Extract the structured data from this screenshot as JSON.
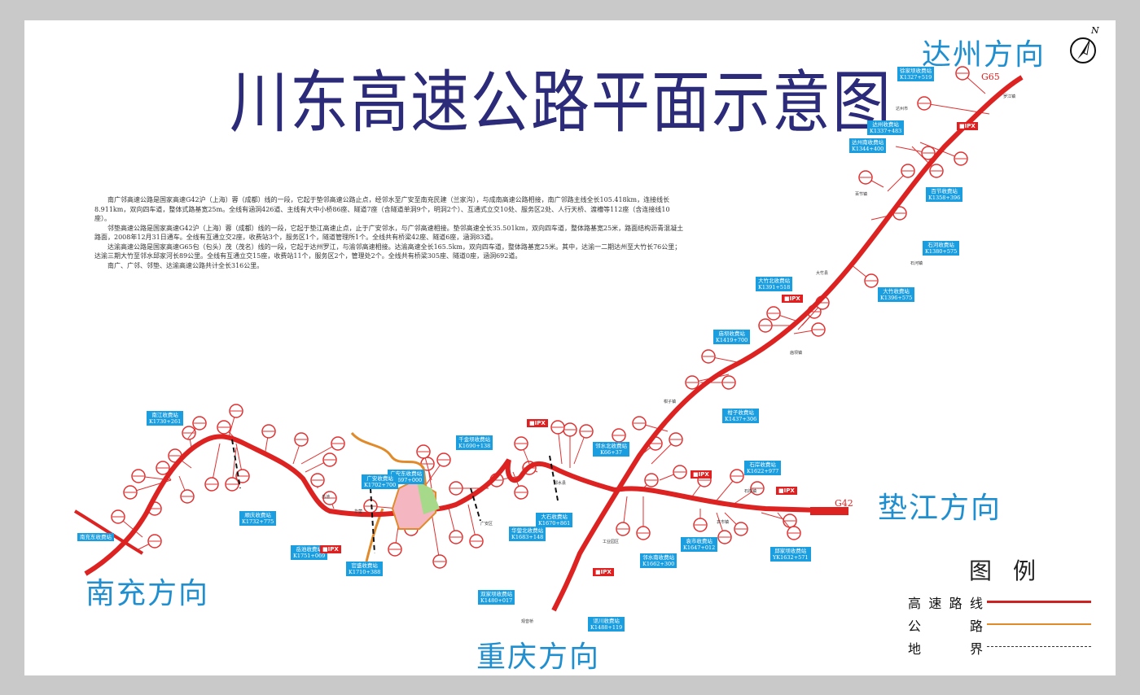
{
  "map_title": "川东高速公路平面示意图",
  "north_label": "N",
  "directions": {
    "dazhou": "达州方向",
    "dianjiang": "垫江方向",
    "chongqing": "重庆方向",
    "nanchong": "南充方向"
  },
  "route_labels": {
    "g65": "G65",
    "g42": "G42"
  },
  "description": [
    "南广邻高速公路是国家高速G42沪（上海）蓉（成都）线的一段，它起于垫邻高速公路止点，经邻水至广安至南充民建（兰家沟），与成南高速公路相接，南广邻路主线全长105.418km，连接线长8.911km，双向四车道，整体式路基宽25m。全线有涵洞426道、主线有大中小桥86座、隧道7座（含隧道单洞9个，明洞2个）、互通式立交10处、服务区2处、人行天桥、渡槽等112座（含连接线10座）。",
    "邻垫高速公路是国家高速G42沪（上海）蓉（成都）线的一段，它起于垫江高速止点，止于广安邻水，与广邻高速相接。垫邻高速全长35.501km，双向四车道，整体路基宽25米，路面结构沥青混凝土路面，2008年12月31日通车。全线有互通立交2座，收费站3个，服务区1个，隧道管理所1个。全线共有桥梁42座、隧道6座，涵洞83道。",
    "达渝高速公路是国家高速G65包（包头）茂（茂名）线的一段，它起于达州罗江，与渝邻高速相接。达渝高速全长165.5km，双向四车道，整体路基宽25米。其中，达渝一二期达州至大竹长76公里；达渝三期大竹至邻水邱家河长89公里。全线有互通立交15座，收费站11个，服务区2个，管理处2个。全线共有桥梁305座、隧道0座，涵洞692道。",
    "南广、广邻、邻垫、达渝高速公路共计全长316公里。"
  ],
  "toll_stations": [
    {
      "name": "徐家坝收费站",
      "km": "K1327+519"
    },
    {
      "name": "达州收费站",
      "km": "K1337+483"
    },
    {
      "name": "达州南收费站",
      "km": "K1344+400"
    },
    {
      "name": "百节收费站",
      "km": "K1358+396"
    },
    {
      "name": "石河收费站",
      "km": "K1380+575"
    },
    {
      "name": "大竹北收费站",
      "km": "K1391+518"
    },
    {
      "name": "大竹收费站",
      "km": "K1396+575"
    },
    {
      "name": "庙坝收费站",
      "km": "K1419+700"
    },
    {
      "name": "柑子收费站",
      "km": "K1437+306"
    },
    {
      "name": "石岸收费站",
      "km": "K1622+977"
    },
    {
      "name": "袁市收费站",
      "km": "K1647+012"
    },
    {
      "name": "邻水南收费站",
      "km": "K1662+300"
    },
    {
      "name": "邱家坝收费站",
      "km": "YK1632+571"
    },
    {
      "name": "双家坝收费站",
      "km": "K1480+017"
    },
    {
      "name": "讴川收费站",
      "km": "K1488+119"
    },
    {
      "name": "华蓥北收费站",
      "km": "K1683+148"
    },
    {
      "name": "大石收费站",
      "km": "K1670+861"
    },
    {
      "name": "邻水北收费站",
      "km": "K66+37"
    },
    {
      "name": "千金坝收费站",
      "km": "K1690+138"
    },
    {
      "name": "广安东收费站",
      "km": "K1697+000"
    },
    {
      "name": "广安收费站",
      "km": "K1702+700"
    },
    {
      "name": "官盛收费站",
      "km": "K1710+388"
    },
    {
      "name": "岳池收费站",
      "km": "K1751+069"
    },
    {
      "name": "顺庆收费站",
      "km": "K1732+775"
    },
    {
      "name": "南江收费站",
      "km": "K1730+261"
    },
    {
      "name": "南充东收费站",
      "km": ""
    }
  ],
  "service_label": "IPX",
  "places": [
    "罗江镇",
    "达州市",
    "百节镇",
    "石河镇",
    "大竹县",
    "庙坝镇",
    "柑子镇",
    "石岸镇",
    "袁市镇",
    "观音桥",
    "工业园区",
    "广安区",
    "岳池",
    "华蓥",
    "邻水县"
  ],
  "legend": {
    "title": "图例",
    "items": [
      {
        "label": "高速路线",
        "color": "#cc2222"
      },
      {
        "label": "公路",
        "color": "#e08a2a"
      },
      {
        "label": "地界",
        "color": "#333333"
      }
    ]
  },
  "colors": {
    "highway": "#dd2222",
    "road": "#e08a2a",
    "toll_box": "#1a9ee0",
    "title": "#2b2b7a",
    "direction": "#1f8fd0"
  }
}
